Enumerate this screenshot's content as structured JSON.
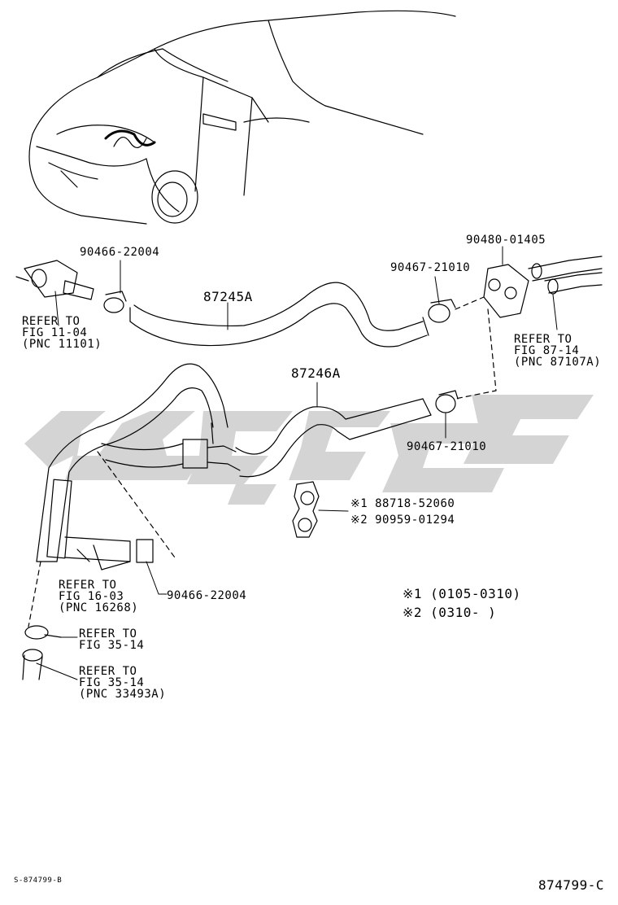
{
  "parts": {
    "p_90466_top": "90466-22004",
    "p_87245A": "87245A",
    "p_90467_top": "90467-21010",
    "p_90480": "90480-01405",
    "p_87246A": "87246A",
    "p_90467_mid": "90467-21010",
    "p_88718": "※1 88718-52060",
    "p_90959": "※2 90959-01294",
    "p_90466_bot": "90466-22004"
  },
  "refs": {
    "fig_11_04": [
      "REFER TO",
      "FIG 11-04",
      "(PNC 11101)"
    ],
    "fig_87_14": [
      "REFER TO",
      "FIG 87-14",
      "(PNC 87107A)"
    ],
    "fig_16_03": [
      "REFER TO",
      "FIG 16-03",
      "(PNC 16268)"
    ],
    "fig_35_14_a": [
      "REFER TO",
      "FIG 35-14"
    ],
    "fig_35_14_b": [
      "REFER TO",
      "FIG 35-14",
      "(PNC 33493A)"
    ]
  },
  "notes": {
    "n1": "※1 (0105-0310)",
    "n2": "※2 (0310-      )"
  },
  "footer": {
    "left_code": "S-874799-B",
    "right_code": "874799-C"
  }
}
